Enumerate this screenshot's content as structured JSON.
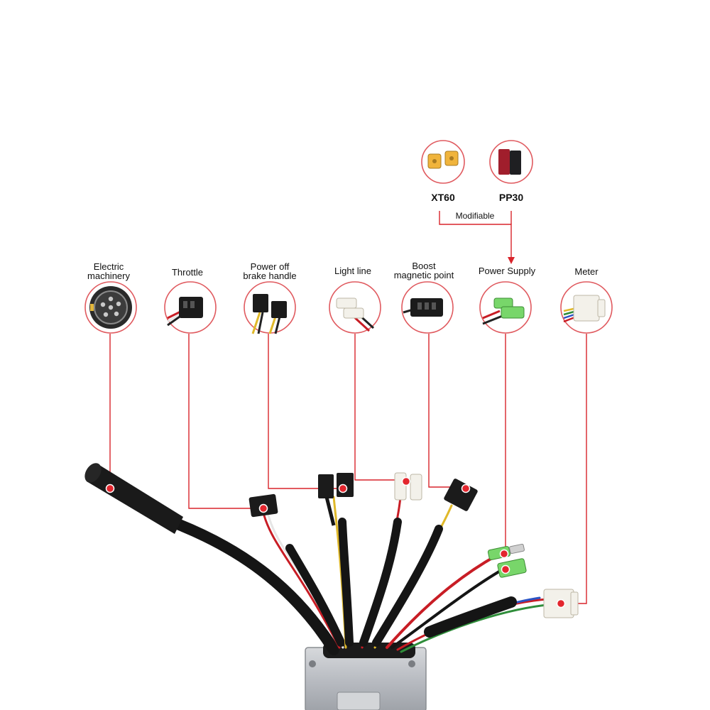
{
  "labels": {
    "electric_machinery": [
      "Electric",
      "machinery"
    ],
    "throttle": "Throttle",
    "brake": [
      "Power off",
      "brake handle"
    ],
    "light": "Light line",
    "boost": [
      "Boost",
      "magnetic point"
    ],
    "power_supply": "Power Supply",
    "meter": "Meter",
    "xt60": "XT60",
    "pp30": "PP30",
    "modifiable": "Modifiable"
  },
  "colors": {
    "leader_line": "#d9242b",
    "dot": "#e3262e",
    "circle_border": "#e05a5f",
    "cable": "#151515",
    "wire_red": "#c81d25",
    "wire_yellow": "#e0b92a",
    "wire_green": "#2f8d3a",
    "wire_blue": "#2b53c4",
    "xt60_yellow": "#f0b43c",
    "pp30_red": "#a01e2c",
    "green_tube": "#78d66a",
    "connector_white": "#f3f1ea",
    "controller_metal": "#b9bcc2"
  },
  "icons": [
    "motor-plug-icon",
    "throttle-connector-icon",
    "brake-connector-icon",
    "light-connector-icon",
    "boost-connector-icon",
    "power-supply-connector-icon",
    "meter-connector-icon",
    "xt60-connector-icon",
    "pp30-connector-icon"
  ]
}
